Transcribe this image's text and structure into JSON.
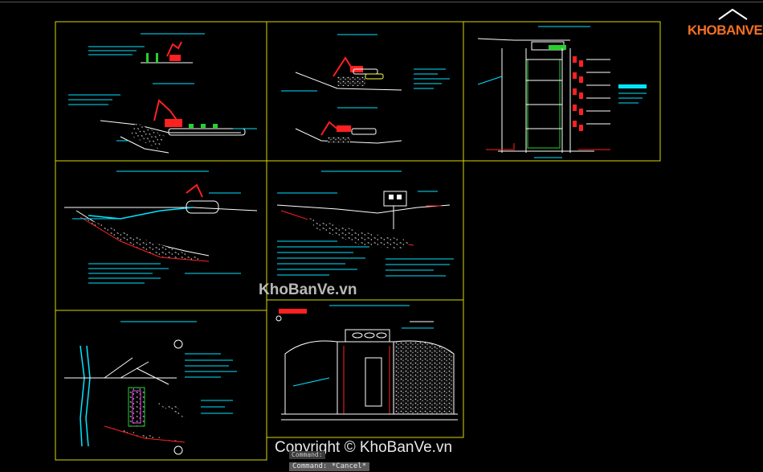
{
  "watermark_center": "KhoBanVe.vn",
  "watermark_copyright": "Copyright © KhoBanVe.vn",
  "command_prev": "Command:",
  "command_line": "Command: *Cancel*",
  "logo_text": "KHOBANVE",
  "colors": {
    "frame": "#d8d800",
    "cyan": "#00e5ff",
    "red": "#ff2020",
    "green": "#25d12d",
    "white": "#ffffff",
    "yellow": "#ffff3a",
    "magenta": "#ff40ff",
    "logo_orange": "#f36f21"
  }
}
